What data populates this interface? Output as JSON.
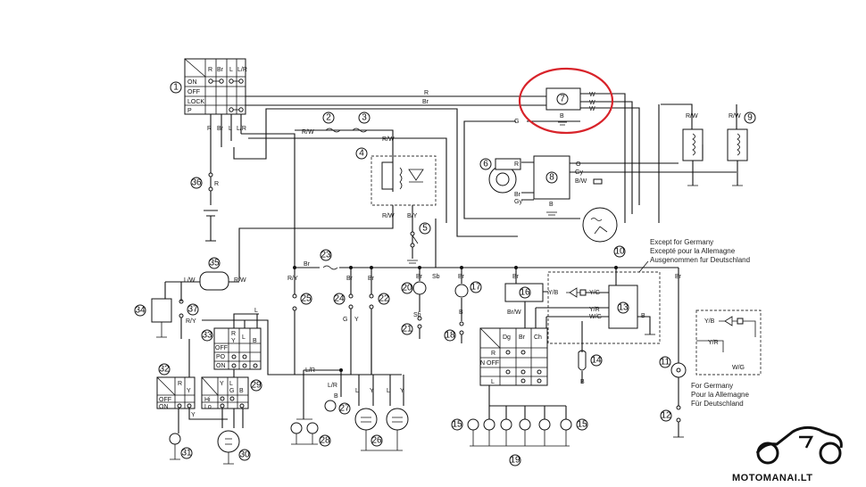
{
  "colors": {
    "wire": "#111111",
    "highlight": "#d8232a",
    "background": "#ffffff"
  },
  "main_switch": {
    "headers": [
      "R",
      "Br",
      "L",
      "L/R"
    ],
    "positions": [
      "ON",
      "OFF",
      "LOCK",
      "P"
    ],
    "wire_labels": [
      "R",
      "Br",
      "L",
      "L/R"
    ]
  },
  "component_numbers": [
    "1",
    "2",
    "3",
    "4",
    "5",
    "6",
    "7",
    "8",
    "9",
    "10",
    "11",
    "12",
    "13",
    "14",
    "15",
    "16",
    "17",
    "18",
    "19",
    "20",
    "21",
    "22",
    "23",
    "24",
    "25",
    "26",
    "27",
    "28",
    "29",
    "30",
    "31",
    "32",
    "33",
    "34",
    "35",
    "36",
    "37"
  ],
  "wire_labels": {
    "R": "R",
    "Br": "Br",
    "G": "G",
    "W": "W",
    "B": "B",
    "O": "O",
    "Gy": "Gy",
    "RW": "R/W",
    "BY": "B/Y",
    "BW": "B/W",
    "Sb": "Sb",
    "LW": "L/W",
    "RY": "R/Y",
    "GY": "G",
    "Y": "Y",
    "YB": "Y/B",
    "YG": "Y/G",
    "YR": "Y/R",
    "WG": "W/G",
    "LR": "L/R",
    "L": "L",
    "BrW": "Br/W",
    "Dg": "Dg",
    "Ch": "Ch",
    "N": "N"
  },
  "handlebar_switch_33": {
    "headers": [
      "R",
      "Y",
      "L",
      "B"
    ],
    "positions": [
      "OFF",
      "PO",
      "ON"
    ]
  },
  "dimmer_switch_29": {
    "headers": [
      "Y",
      "L",
      "G",
      "B"
    ],
    "positions": [
      "Hi",
      "Lo"
    ]
  },
  "horn_switch_32": {
    "headers": [
      "R",
      "Y"
    ],
    "positions": [
      "OFF",
      "ON"
    ]
  },
  "turn_switch_19": {
    "headers": [
      "Dg",
      "Br",
      "Ch"
    ],
    "positions": [
      "R",
      "N",
      "OFF",
      "L"
    ]
  },
  "notes": {
    "except_germany": [
      "Except for Germany",
      "Excepté pour la Allemagne",
      "Ausgenommen fur Deutschland"
    ],
    "for_germany": [
      "For Germany",
      "Pour la Allemagne",
      "Für Deutschland"
    ]
  },
  "logo": {
    "text": "MOTOMANAI.LT"
  }
}
